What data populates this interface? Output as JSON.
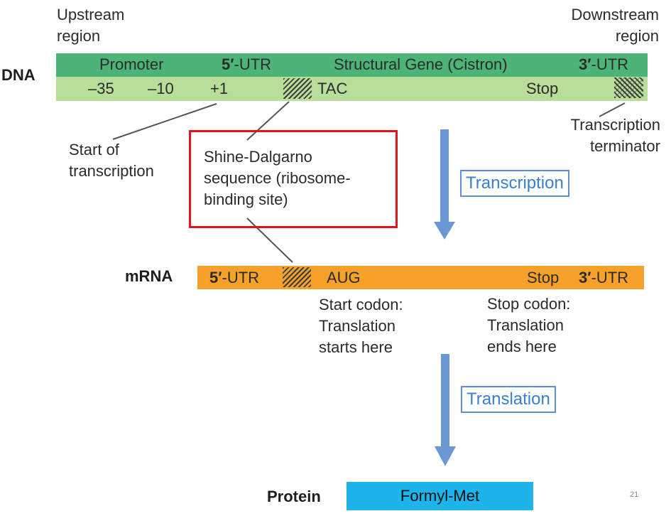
{
  "labels": {
    "upstream": "Upstream\nregion",
    "downstream": "Downstream\nregion",
    "dna": "DNA",
    "promoter": "Promoter",
    "utr5_prime": "5′",
    "utr5_rest": "-UTR",
    "structural_gene": "Structural Gene (Cistron)",
    "utr3_prime": "3′",
    "utr3_rest": "-UTR",
    "minus35": "–35",
    "minus10": "–10",
    "plus1": "+1",
    "tac": "TAC",
    "stop_dna": "Stop",
    "start_transcription": "Start of\ntranscription",
    "shine_dalgarno": "Shine-Dalgarno\nsequence (ribosome-\nbinding site)",
    "transcription_terminator": "Transcription\nterminator",
    "transcription": "Transcription",
    "mrna": "mRNA",
    "mrna_utr5_prime": "5′",
    "mrna_utr5_rest": "-UTR",
    "aug": "AUG",
    "stop_mrna": "Stop",
    "mrna_utr3_prime": "3′",
    "mrna_utr3_rest": "-UTR",
    "start_codon": "Start codon:\nTranslation\nstarts here",
    "stop_codon": "Stop codon:\nTranslation\nends here",
    "translation": "Translation",
    "protein": "Protein",
    "formyl_met": "Formyl-Met",
    "slide_number": "21"
  },
  "colors": {
    "dna_band_top": "#4db479",
    "dna_band_bottom": "#b9de9a",
    "mrna_band": "#f5a12a",
    "protein_band": "#1cb4ea",
    "arrow": "#6b97d4",
    "highlight_box": "#e0141b",
    "process_label": "#3a7fd0"
  }
}
